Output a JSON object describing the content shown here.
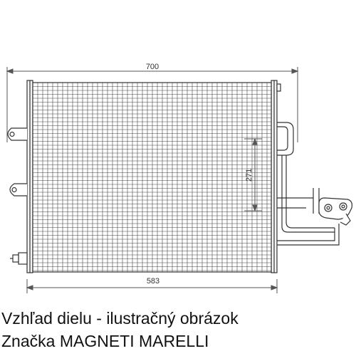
{
  "drawing": {
    "dimensions": {
      "overall_width": "700",
      "core_width": "583",
      "core_height": "271"
    }
  },
  "caption": {
    "view_note": "Vzhľad dielu - ilustračný obrázok",
    "brand_line": "Značka MAGNETI MARELLI"
  }
}
